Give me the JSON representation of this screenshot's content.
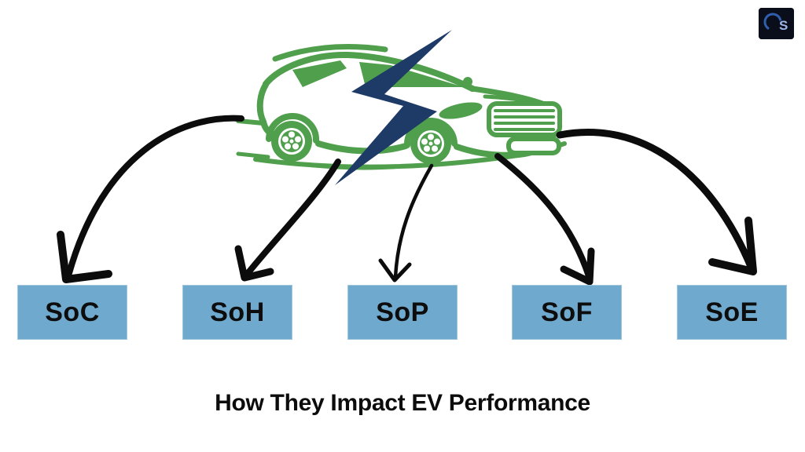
{
  "page": {
    "background": "#ffffff"
  },
  "header": {
    "logo": {
      "letter": "S"
    }
  },
  "diagram": {
    "type": "radial-flow",
    "title": "How They Impact EV Performance",
    "center_icon": {
      "name": "electric-car-with-lightning-bolt",
      "car_color": "#4f9f4c",
      "bolt_color": "#1e3a66"
    },
    "arrow_color": "#0c0c0c",
    "box_color": "#6fa9ce",
    "box_text_color": "#0d0d0d",
    "boxes": [
      {
        "id": "soc",
        "label": "SoC"
      },
      {
        "id": "soh",
        "label": "SoH"
      },
      {
        "id": "sop",
        "label": "SoP"
      },
      {
        "id": "sof",
        "label": "SoF"
      },
      {
        "id": "soe",
        "label": "SoE"
      }
    ]
  }
}
